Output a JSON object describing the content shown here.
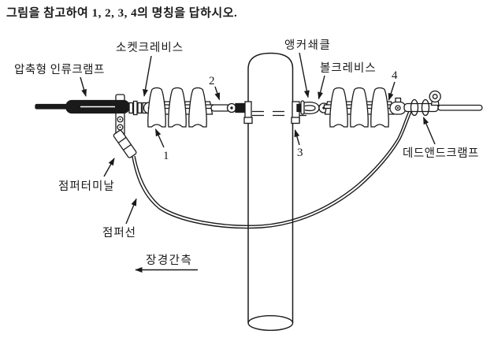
{
  "title": "그림을 참고하여 1, 2, 3, 4의 명칭을 답하시오.",
  "labels": {
    "socket_clevis": "소켓크레비스",
    "compression_tension_clamp": "압축형 인류크램프",
    "anchor_shackle": "앵커쇄클",
    "ball_clevis": "볼크레비스",
    "dead_end_clamp": "데드앤드크램프",
    "jumper_terminal": "점퍼터미날",
    "jumper_wire": "점퍼선",
    "long_span_side": "장경간측"
  },
  "numbers": {
    "n1": "1",
    "n2": "2",
    "n3": "3",
    "n4": "4"
  },
  "colors": {
    "ink": "#1a1a1a",
    "background": "#ffffff"
  }
}
